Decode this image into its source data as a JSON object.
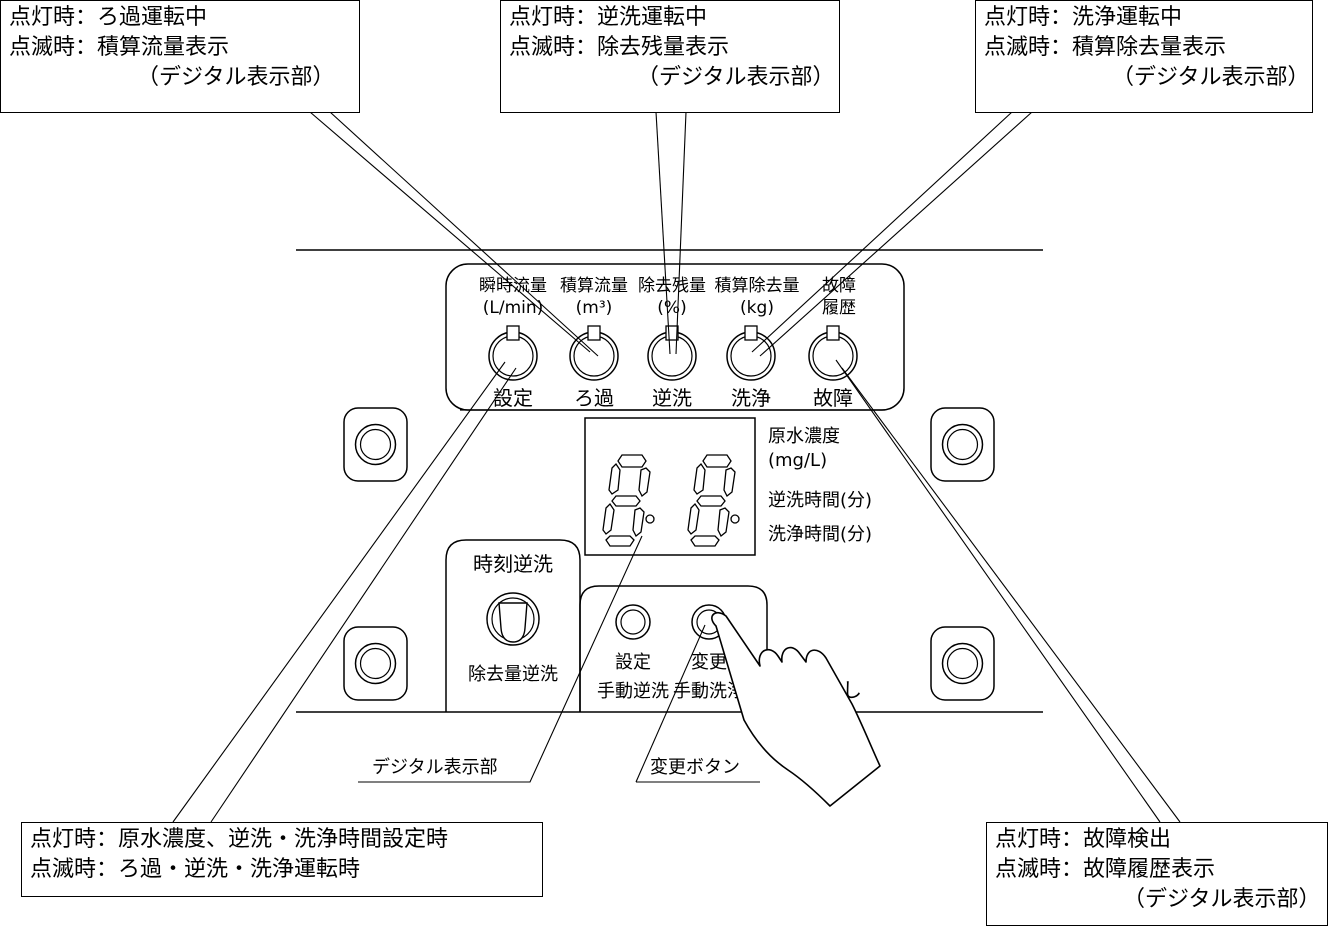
{
  "callouts": {
    "filtration": {
      "line1": "点灯時：ろ過運転中",
      "line2": "点滅時：積算流量表示",
      "line3": "（デジタル表示部）"
    },
    "backwash": {
      "line1": "点灯時：逆洗運転中",
      "line2": "点滅時：除去残量表示",
      "line3": "（デジタル表示部）"
    },
    "cleaning": {
      "line1": "点灯時：洗浄運転中",
      "line2": "点滅時：積算除去量表示",
      "line3": "（デジタル表示部）"
    },
    "setting": {
      "line1": "点灯時：原水濃度、逆洗・洗浄時間設定時",
      "line2": "点滅時：ろ過・逆洗・洗浄運転時"
    },
    "fault": {
      "line1": "点灯時：故障検出",
      "line2": "点滅時：故障履歴表示",
      "line3": "（デジタル表示部）"
    }
  },
  "indicators": [
    {
      "top1": "瞬時流量",
      "top2": "(L/min)",
      "bottom": "設定"
    },
    {
      "top1": "積算流量",
      "top2": "(m³)",
      "bottom": "ろ過"
    },
    {
      "top1": "除去残量",
      "top2": "(%)",
      "bottom": "逆洗"
    },
    {
      "top1": "積算除去量",
      "top2": "(kg)",
      "bottom": "洗浄"
    },
    {
      "top1": "故障",
      "top2": "履歴",
      "bottom": "故障"
    }
  ],
  "display_side_labels": {
    "l1": "原水濃度",
    "l2": "(mg/L)",
    "l3": "逆洗時間(分)",
    "l4": "洗浄時間(分)"
  },
  "timer_switch": {
    "top": "時刻逆洗",
    "bottom": "除去量逆洗"
  },
  "buttons": {
    "left": {
      "line1": "設定",
      "line2": "手動逆洗"
    },
    "right": {
      "line1": "変更",
      "line2": "手動洗浄"
    },
    "trailing": "し"
  },
  "pointer_labels": {
    "digital": "デジタル表示部",
    "change_button": "変更ボタン"
  }
}
